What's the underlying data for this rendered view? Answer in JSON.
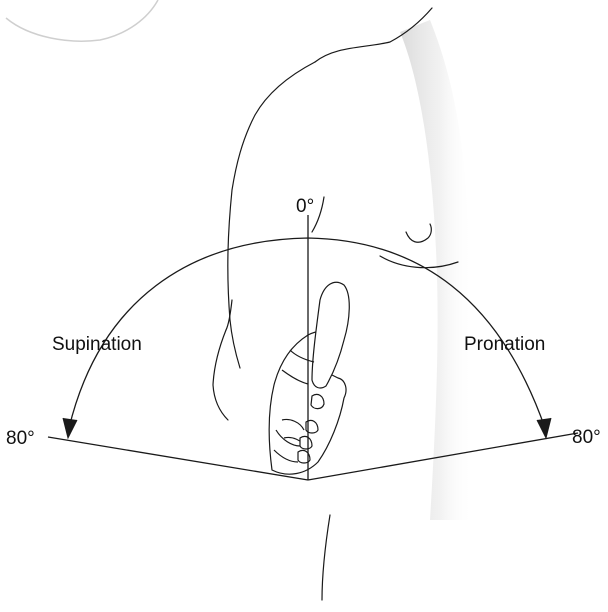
{
  "labels": {
    "zero": "0°",
    "supination": "Supination",
    "pronation": "Pronation",
    "left_angle": "80°",
    "right_angle": "80°"
  },
  "colors": {
    "stroke": "#1a1a1a",
    "shading": "#e6e6e6",
    "circle": "#cfcfcf"
  }
}
